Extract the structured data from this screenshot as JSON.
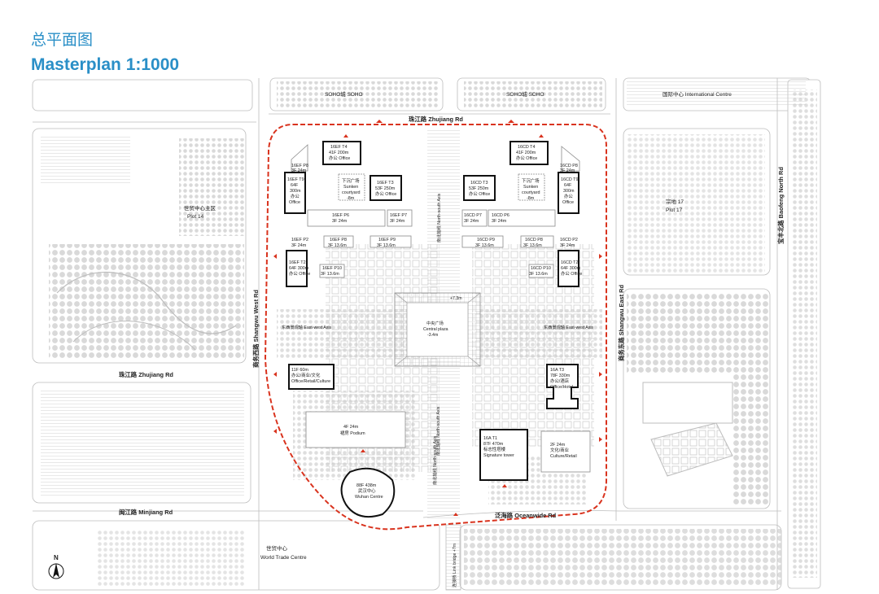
{
  "title": {
    "cn": "总平面图",
    "en": "Masterplan 1:1000"
  },
  "roads": {
    "zhujiang_top": "珠江路 Zhujiang Rd",
    "zhujiang_left": "珠江路 Zhujiang Rd",
    "minjiang": "闽江路 Minjiang Rd",
    "oceanwide": "泛海路 Oceanwide Rd",
    "shangwu_west": "商务西路 Shangwu West Rd",
    "shangwu_east": "商务东路 Shangwu East Rd",
    "baofeng_north": "宝丰北路 Baofeng North Rd",
    "link_bridge": "连接桥 Link bridge +7m"
  },
  "districts": {
    "soho_left": "SOHO城 SOHO",
    "soho_right": "SOHO城 SOHO",
    "international_centre": "国际中心 International Centre",
    "plot14_cn": "世贸中心主区",
    "plot14": "Plot 14",
    "plot17_cn": "宗地 17",
    "plot17": "Plot 17",
    "wtc_cn": "世贸中心",
    "wtc": "World Trade Centre"
  },
  "axes": {
    "north_south_top": "南北轴线 North-south Axis",
    "north_south_bottom": "南北轴线 North-south Axis",
    "north_south_right": "南北轴线 North-south Axis",
    "east_west_left": "东西景观轴 East-west Axis",
    "east_west_right": "东西景观轴 East-west Axis"
  },
  "plaza": {
    "level": "+7.3m",
    "cn": "中央广场",
    "en": "Central plaza",
    "depth": "-3.4m"
  },
  "sunken_left": [
    "下沉广场",
    "Sunken",
    "courtyard",
    "-8m"
  ],
  "sunken_right": [
    "下沉广场",
    "Sunken",
    "courtyard",
    "-8m"
  ],
  "buildings": {
    "ef_t4": [
      "16EF T4",
      "41F 200m",
      "办公 Office"
    ],
    "cd_t4": [
      "16CD T4",
      "41F 200m",
      "办公 Office"
    ],
    "ef_p8": [
      "16EF P8",
      "3F 24m"
    ],
    "cd_p8": [
      "16CD P8",
      "3F 24m"
    ],
    "ef_t9": [
      "16EF T9",
      "64F",
      "300m",
      "办公",
      "Office"
    ],
    "cd_t9": [
      "16CD T9",
      "64F",
      "300m",
      "办公",
      "Office"
    ],
    "ef_t3": [
      "16EF T3",
      "53F 250m",
      "办公 Office"
    ],
    "cd_t3": [
      "16CD T3",
      "53F 250m",
      "办公 Office"
    ],
    "ef_p6": [
      "16EF P6",
      "3F 24m"
    ],
    "ef_p7": [
      "16EF P7",
      "3F 24m"
    ],
    "cd_p7": [
      "16CD P7",
      "3F 24m"
    ],
    "cd_p6": [
      "16CD P6",
      "3F 24m"
    ],
    "ef_p2": [
      "16EF P2",
      "3F 24m"
    ],
    "cd_p2": [
      "16CD P2",
      "3F 24m"
    ],
    "ef_p8b": [
      "16EF P8",
      "3F 13.6m"
    ],
    "ef_p9": [
      "16EF P9",
      "3F 13.6m"
    ],
    "cd_p9": [
      "16CD P9",
      "3F 13.6m"
    ],
    "cd_p8b": [
      "16CD P8",
      "3F 13.6m"
    ],
    "ef_t2": [
      "16EF T2",
      "64F 300m",
      "办公 Office"
    ],
    "cd_t2": [
      "16CD T2",
      "64F 300m",
      "办公 Office"
    ],
    "ef_p10": [
      "16EF P10",
      "3F 13.6m"
    ],
    "cd_p10": [
      "16CD P10",
      "3F 13.6m"
    ],
    "b11f": [
      "11F 60m",
      "办公/商业/文化",
      "Office/Retail/Culture"
    ],
    "a_t3": [
      "16A T3",
      "78F 330m",
      "办公/酒店",
      "Office/Hotel"
    ],
    "podium": [
      "4F 24m",
      "裙房 Podium"
    ],
    "a_t1": [
      "16A T1",
      "87F 470m",
      "标志性塔楼",
      "Signature tower"
    ],
    "culture": [
      "2F 24m",
      "文化/商业",
      "Culture/Retail"
    ],
    "wuhan": [
      "88F 438m",
      "武汉中心",
      "Wuhan Centre"
    ]
  },
  "north": "N",
  "colors": {
    "title": "#2a8fc7",
    "boundary": "#d9331e",
    "grey": "#c9c9c9"
  }
}
